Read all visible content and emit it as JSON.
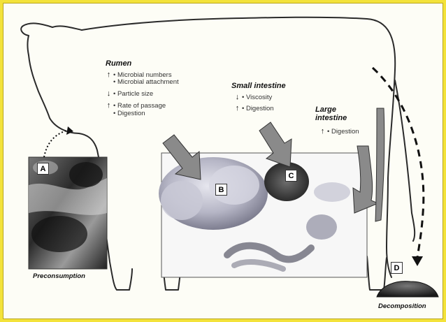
{
  "regions": {
    "rumen": {
      "title": "Rumen",
      "effects": [
        {
          "direction": "up",
          "symbol": "↑",
          "text": "• Microbial numbers"
        },
        {
          "direction": "none",
          "symbol": "",
          "text": "• Microbial attachment"
        },
        {
          "direction": "down",
          "symbol": "↓",
          "text": "• Particle size"
        },
        {
          "direction": "up",
          "symbol": "↑",
          "text": "• Rate of passage"
        },
        {
          "direction": "none",
          "symbol": "",
          "text": "• Digestion"
        }
      ]
    },
    "small_intestine": {
      "title": "Small intestine",
      "effects": [
        {
          "direction": "down",
          "symbol": "↓",
          "text": "• Viscosity"
        },
        {
          "direction": "up",
          "symbol": "↑",
          "text": "• Digestion"
        }
      ]
    },
    "large_intestine": {
      "title_line1": "Large",
      "title_line2": "intestine",
      "effects": [
        {
          "direction": "up",
          "symbol": "↑",
          "text": "• Digestion"
        }
      ]
    }
  },
  "panels": {
    "a": "A",
    "b": "B",
    "c": "C",
    "d": "D"
  },
  "captions": {
    "preconsumption": "Preconsumption",
    "decomposition": "Decomposition"
  },
  "colors": {
    "border": "#f3e23a",
    "background": "#fdfdf6",
    "arrow_fill": "#8a8a8a",
    "outline": "#2a2a2a"
  }
}
